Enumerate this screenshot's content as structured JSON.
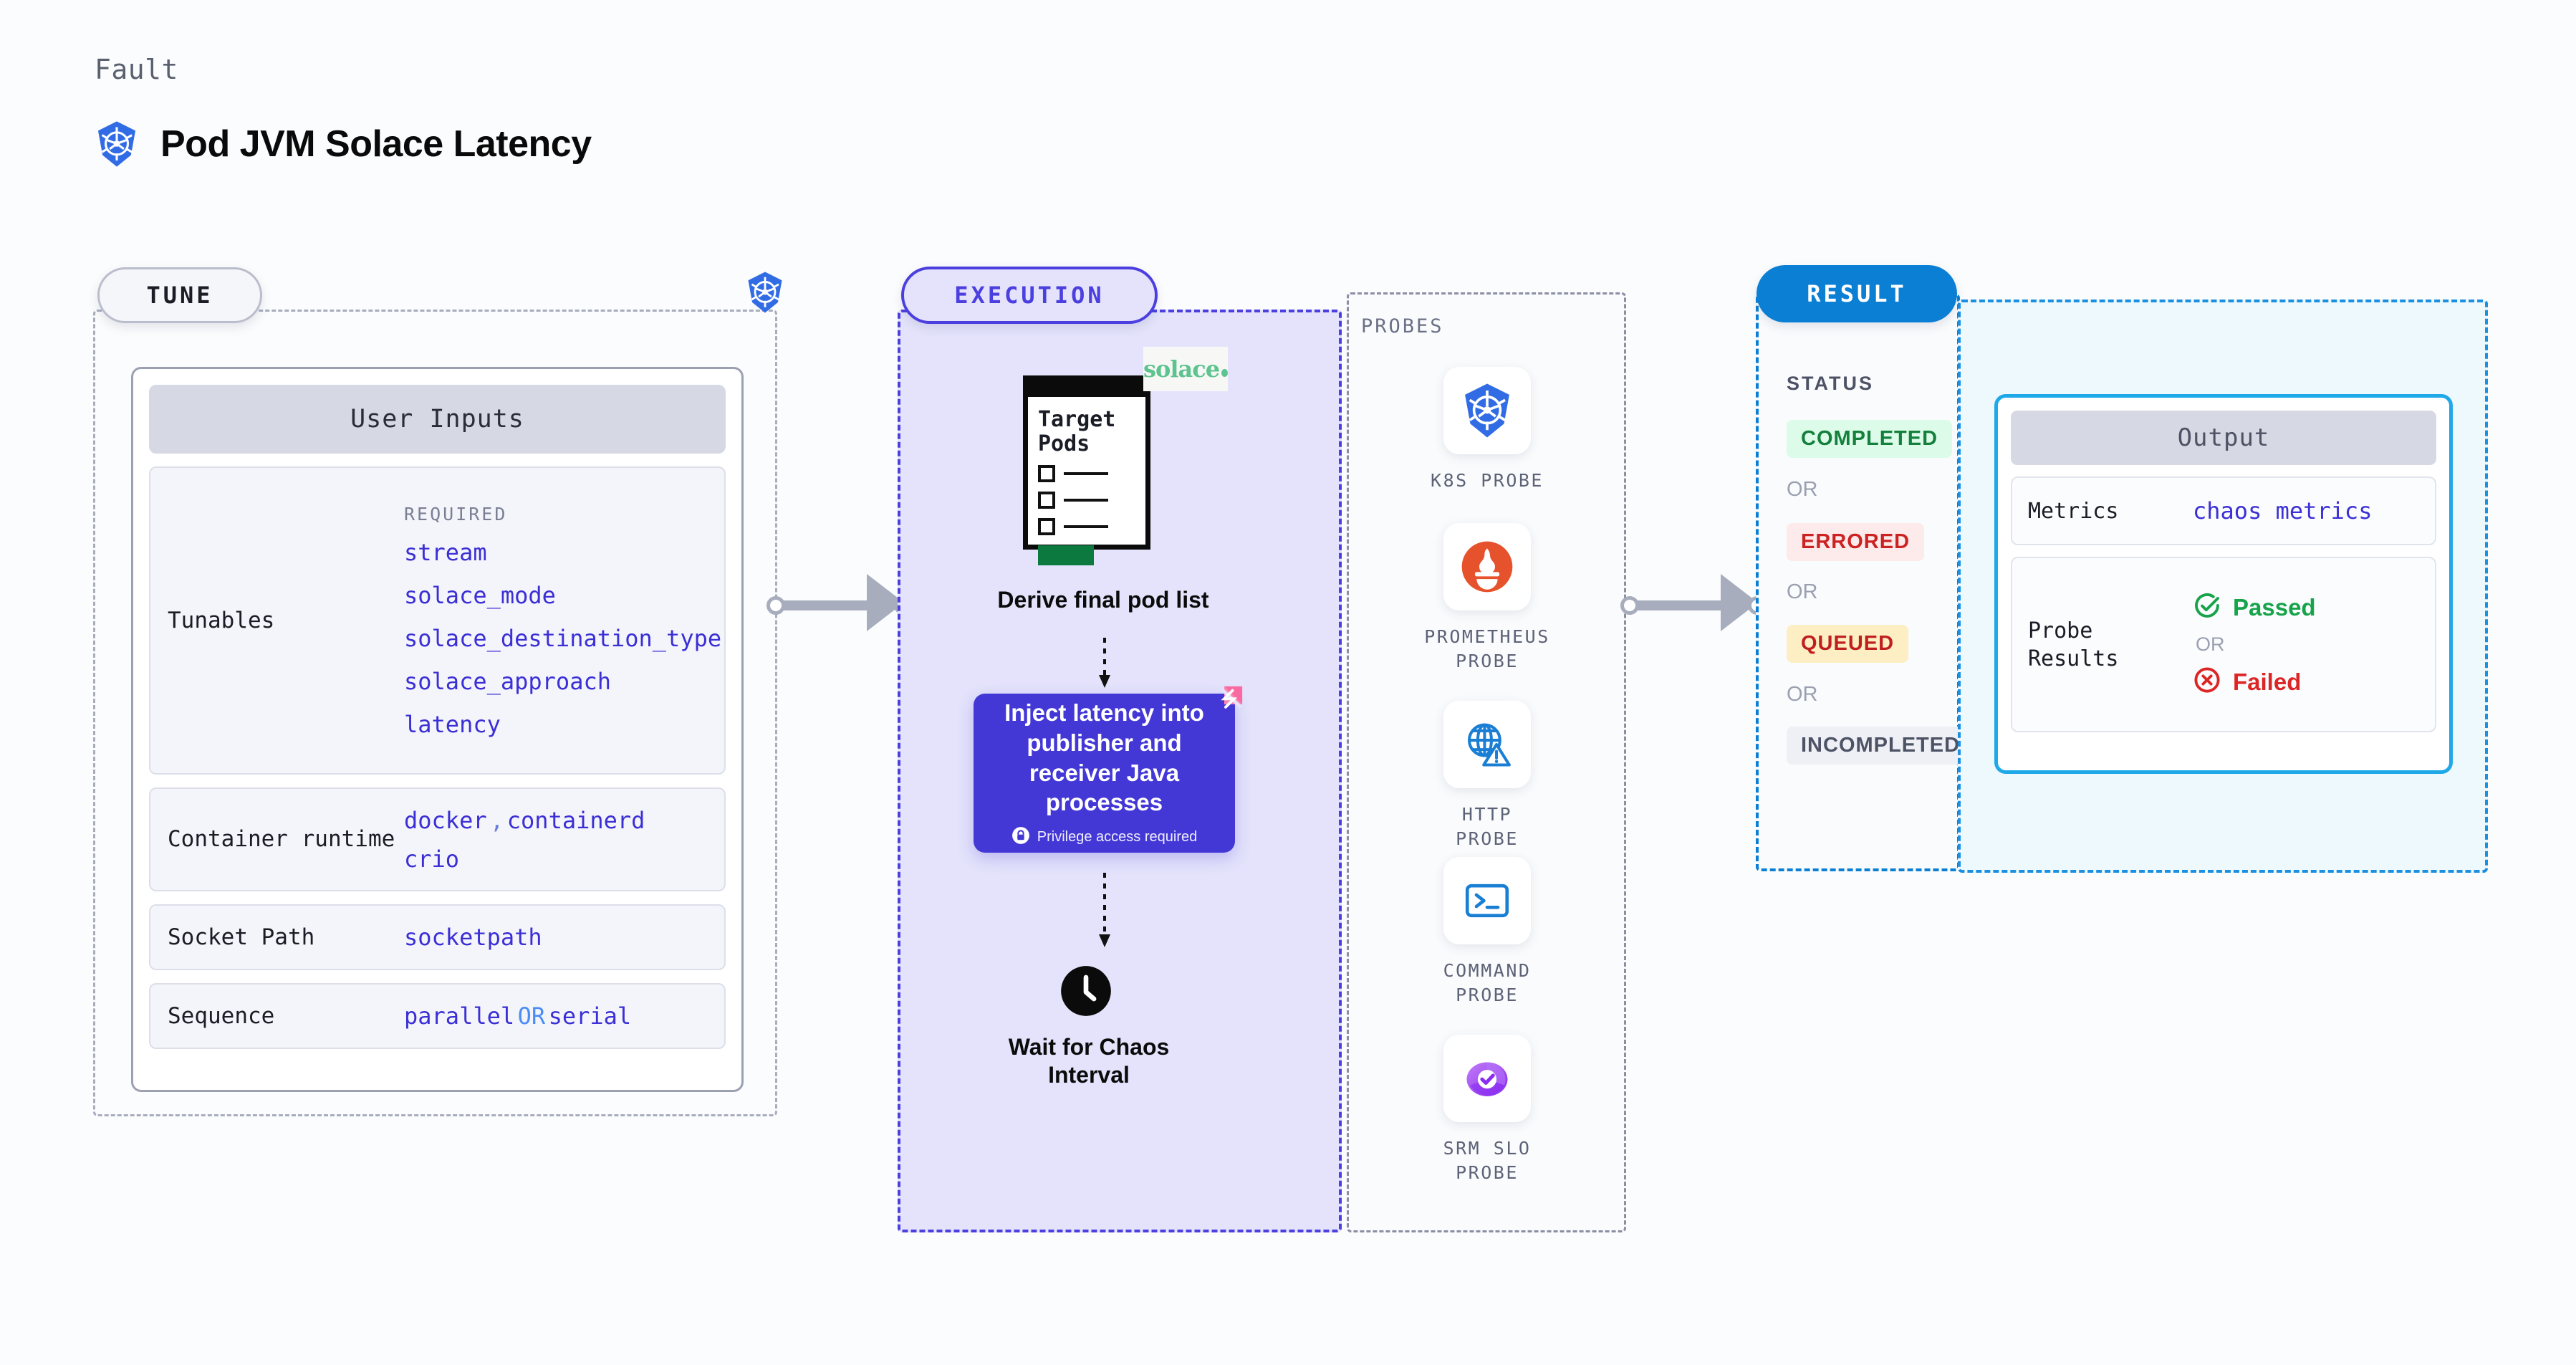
{
  "header": {
    "kicker": "Fault",
    "title": "Pod JVM Solace Latency",
    "icon": "kubernetes-icon"
  },
  "tune": {
    "pill_label": "TUNE",
    "badge_icon": "kubernetes-icon",
    "card_title": "User Inputs",
    "required_label": "REQUIRED",
    "tunables": {
      "label": "Tunables",
      "items": [
        "stream",
        "solace_mode",
        "solace_destination_type",
        "solace_approach",
        "latency"
      ]
    },
    "rows": [
      {
        "label": "Container runtime",
        "values": [
          "docker",
          ",",
          "containerd",
          "crio"
        ]
      },
      {
        "label": "Socket Path",
        "values": [
          "socketpath"
        ]
      },
      {
        "label": "Sequence",
        "values": [
          "parallel",
          "OR",
          "serial"
        ]
      }
    ]
  },
  "execution": {
    "pill_label": "EXECUTION",
    "doc": {
      "title": "Target\nPods",
      "brand": "solace",
      "caption": "Derive final pod list"
    },
    "inject": {
      "title": "Inject latency into publisher and receiver Java processes",
      "privilege_note": "Privilege access required",
      "lock_icon": "lock-icon",
      "ribbon_icon": "chaos-ribbon-icon"
    },
    "wait": {
      "caption": "Wait for Chaos Interval",
      "icon": "clock-icon"
    }
  },
  "probes": {
    "section_label": "PROBES",
    "items": [
      {
        "name": "K8S PROBE",
        "icon": "kubernetes-icon"
      },
      {
        "name": "PROMETHEUS\nPROBE",
        "icon": "prometheus-icon"
      },
      {
        "name": "HTTP PROBE",
        "icon": "http-globe-warning-icon"
      },
      {
        "name": "COMMAND\nPROBE",
        "icon": "terminal-icon"
      },
      {
        "name": "SRM SLO\nPROBE",
        "icon": "srm-slo-donut-icon"
      }
    ]
  },
  "result": {
    "pill_label": "RESULT",
    "status_label": "STATUS",
    "or_label": "OR",
    "statuses": [
      {
        "label": "COMPLETED",
        "color": "#15803d",
        "bg": "#dcfce9"
      },
      {
        "label": "ERRORED",
        "color": "#cc2222",
        "bg": "#fdeaea"
      },
      {
        "label": "QUEUED",
        "color": "#c01f1f",
        "bg": "#fdeec3"
      },
      {
        "label": "INCOMPLETED",
        "color": "#4d5365",
        "bg": "#eef0f6"
      }
    ]
  },
  "output": {
    "title": "Output",
    "metrics": {
      "label": "Metrics",
      "value": "chaos metrics"
    },
    "probe_results": {
      "label": "Probe Results",
      "passed": "Passed",
      "or": "OR",
      "failed": "Failed",
      "pass_icon": "check-circle-icon",
      "fail_icon": "x-circle-icon"
    }
  },
  "colors": {
    "accent_tune": "#a8adbd",
    "accent_execution": "#4b3fe0",
    "accent_result": "#0b7fd4",
    "accent_output": "#1fa9e8",
    "mono_blue": "#3b2fd6",
    "k8s_blue": "#326ce5"
  }
}
